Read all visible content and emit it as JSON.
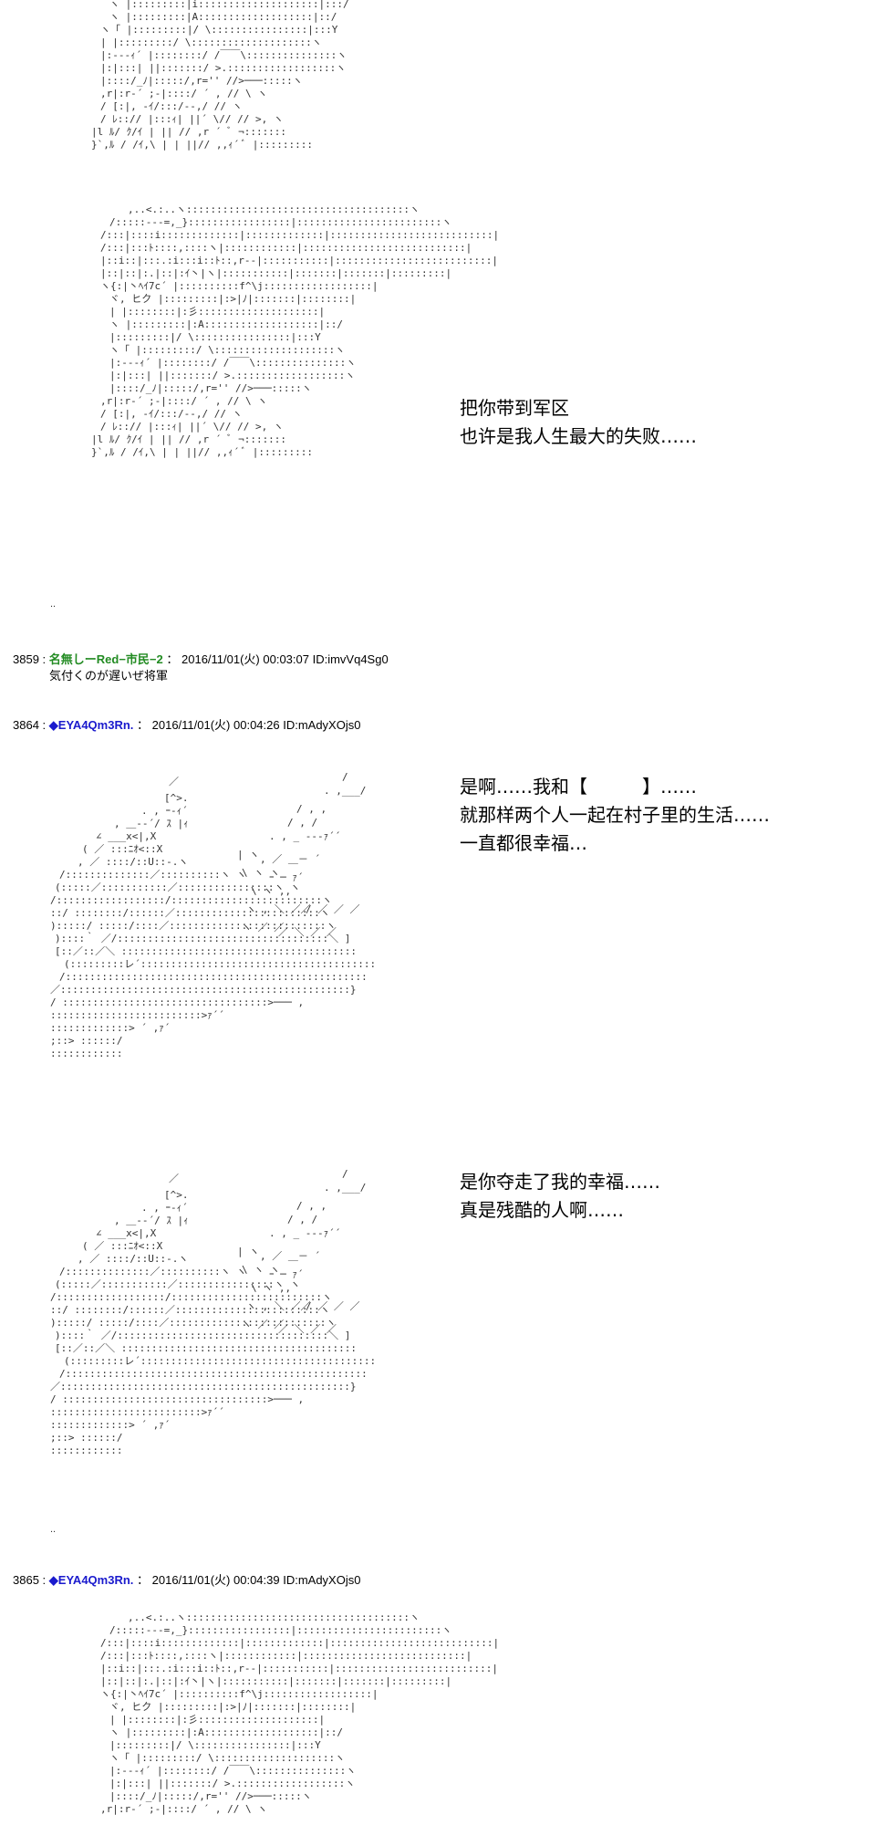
{
  "dialogues": {
    "d1": [
      "把你带到军区",
      "也许是我人生最大的失败……"
    ],
    "d2": [
      "是啊……我和【　　　】……",
      "就那样两个人一起在村子里的生活……",
      "一直都很幸福…"
    ],
    "d3": [
      "是你夺走了我的幸福……",
      "真是残酷的人啊……"
    ]
  },
  "posts": [
    {
      "number": "3859 :",
      "name": "名無しーRed−市民−2",
      "meta": "： 2016/11/01(火) 00:03:07 ID:imvVq4Sg0",
      "body": "気付くのが遅いぜ将軍"
    },
    {
      "number": "3864 :",
      "name": "◆EYA4Qm3Rn.",
      "meta": "： 2016/11/01(火) 00:04:26 ID:mAdyXOjs0"
    },
    {
      "number": "3865 :",
      "name": "◆EYA4Qm3Rn.",
      "meta": "： 2016/11/01(火) 00:04:39 ID:mAdyXOjs0"
    }
  ],
  "separators": [
    "..",
    ".."
  ]
}
